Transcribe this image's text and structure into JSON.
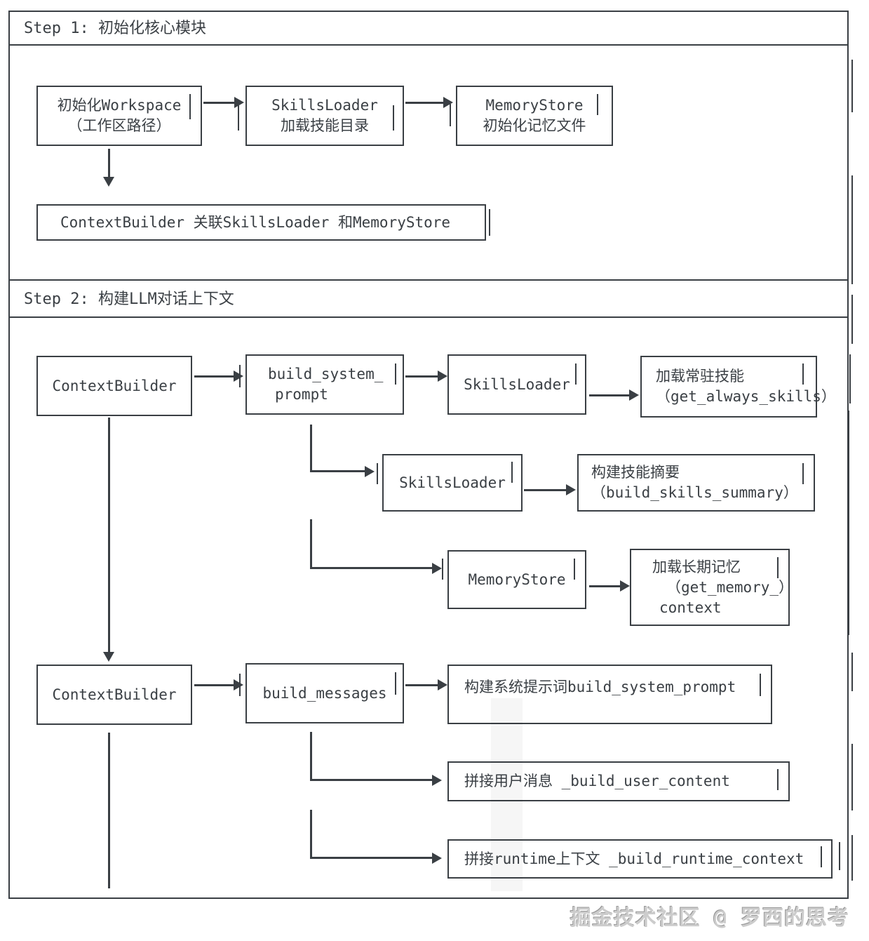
{
  "step1": {
    "title": "Step 1: 初始化核心模块",
    "nodes": {
      "workspace": {
        "lines": [
          "初始化Workspace",
          "（工作区路径）"
        ]
      },
      "skills_loader": {
        "lines": [
          "SkillsLoader",
          "加载技能目录"
        ]
      },
      "memory_store": {
        "lines": [
          "MemoryStore",
          "初始化记忆文件"
        ]
      },
      "context_link": {
        "lines": [
          "ContextBuilder 关联SkillsLoader 和MemoryStore"
        ]
      }
    }
  },
  "step2": {
    "title": "Step 2: 构建LLM对话上下文",
    "nodes": {
      "context_builder_top": {
        "lines": [
          "ContextBuilder"
        ]
      },
      "build_system_prompt": {
        "lines": [
          "build_system_",
          "prompt"
        ]
      },
      "skills_loader_always": {
        "lines": [
          "SkillsLoader"
        ]
      },
      "load_always_skills": {
        "lines": [
          "加载常驻技能",
          "（get_always_skills）"
        ]
      },
      "skills_loader_summary": {
        "lines": [
          "SkillsLoader"
        ]
      },
      "build_skills_summary": {
        "lines": [
          "构建技能摘要",
          "（build_skills_summary）"
        ]
      },
      "memory_store": {
        "lines": [
          "MemoryStore"
        ]
      },
      "load_memory_context": {
        "lines": [
          "加载长期记忆",
          "（get_memory_）",
          "context"
        ]
      },
      "context_builder_bottom": {
        "lines": [
          "ContextBuilder"
        ]
      },
      "build_messages": {
        "lines": [
          "build_messages"
        ]
      },
      "system_prompt_row": {
        "lines": [
          "构建系统提示词build_system_prompt"
        ]
      },
      "user_content_row": {
        "lines": [
          "拼接用户消息 _build_user_content"
        ]
      },
      "runtime_context_row": {
        "lines": [
          "拼接runtime上下文 _build_runtime_context"
        ]
      }
    }
  },
  "watermark": "掘金技术社区 @ 罗西的思考",
  "colors": {
    "line": "#3a3f44",
    "background": "#ffffff",
    "watermark": "#cccccc"
  }
}
